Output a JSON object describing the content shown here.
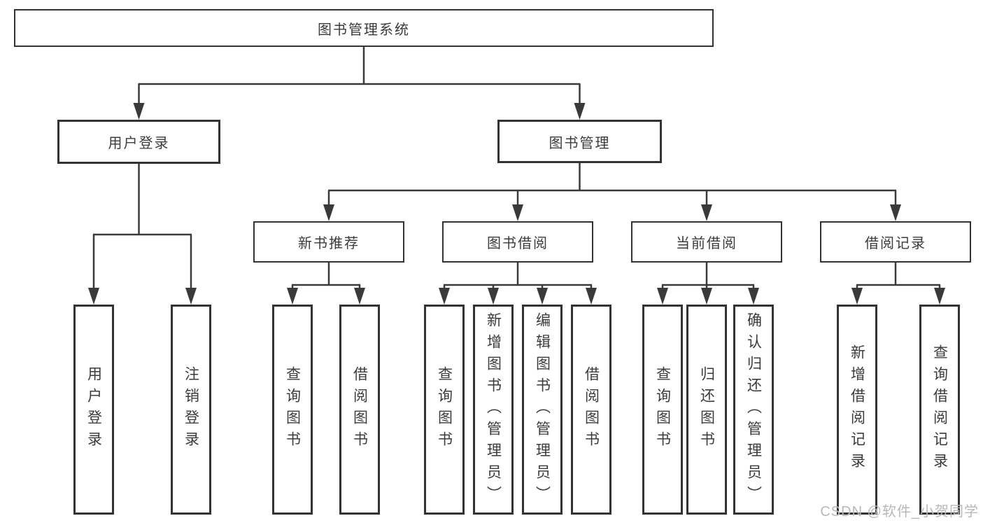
{
  "root": {
    "label": "图书管理系统"
  },
  "user_login": {
    "label": "用户登录",
    "children": [
      {
        "label": "用户登录"
      },
      {
        "label": "注销登录"
      }
    ]
  },
  "book_mgmt": {
    "label": "图书管理",
    "modules": [
      {
        "label": "新书推荐",
        "children": [
          {
            "label": "查询图书"
          },
          {
            "label": "借阅图书"
          }
        ]
      },
      {
        "label": "图书借阅",
        "children": [
          {
            "label": "查询图书"
          },
          {
            "label": "新增图书（管理员）"
          },
          {
            "label": "编辑图书（管理员）"
          },
          {
            "label": "借阅图书"
          }
        ]
      },
      {
        "label": "当前借阅",
        "children": [
          {
            "label": "查询图书"
          },
          {
            "label": "归还图书"
          },
          {
            "label": "确认归还（管理员）"
          }
        ]
      },
      {
        "label": "借阅记录",
        "children": [
          {
            "label": "新增借阅记录"
          },
          {
            "label": "查询借阅记录"
          }
        ]
      }
    ]
  },
  "watermark": {
    "label": "CSDN @软件_小贺同学"
  },
  "colors": {
    "line": "#3a3a3a",
    "border": "#333333",
    "text": "#3b3b3b",
    "watermark": "#b8b8b8",
    "background": "#ffffff"
  }
}
